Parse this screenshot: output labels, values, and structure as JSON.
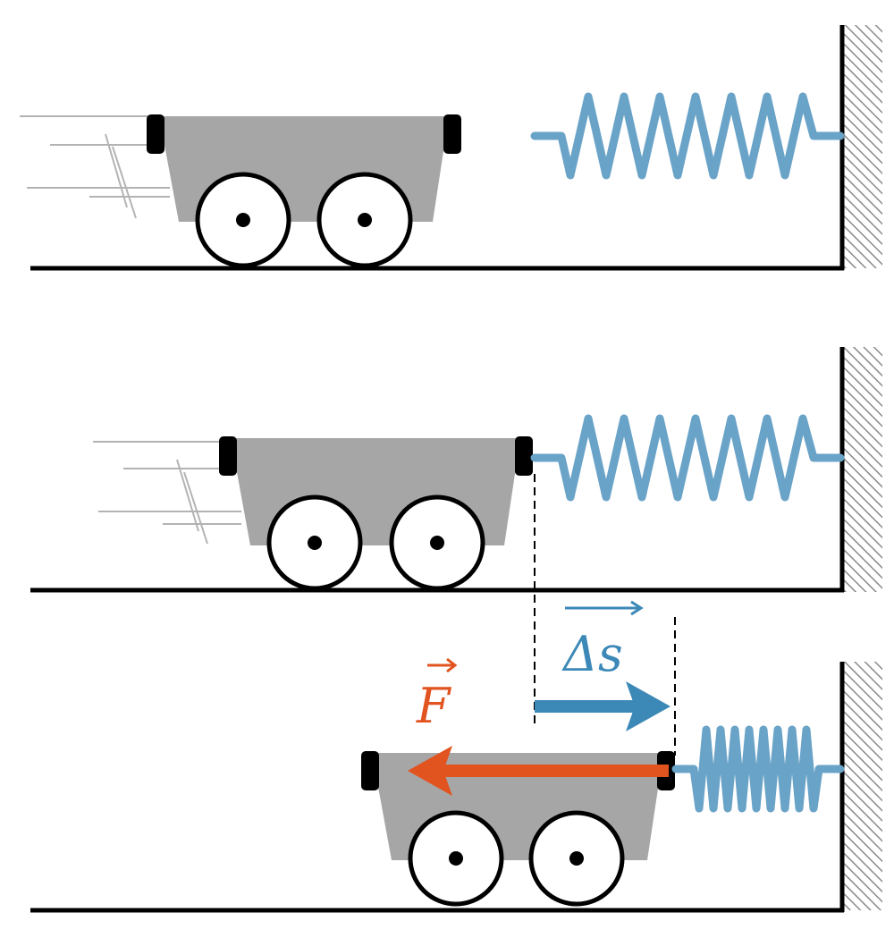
{
  "labels": {
    "force": "F",
    "displacement": "Δs"
  },
  "colors": {
    "cart_body": "#a6a6a6",
    "outline": "#000000",
    "spring": "#6aa3c8",
    "spring_dark": "#3c88b7",
    "force_arrow": "#e1531f",
    "displacement_arrow": "#3c88b7",
    "motion_lines": "#b3b3b3",
    "wall_hatch": "#808080"
  },
  "panels": [
    {
      "state": "cart moving toward relaxed spring",
      "spring": "relaxed"
    },
    {
      "state": "cart touches spring",
      "spring": "relaxed"
    },
    {
      "state": "spring compressed, force opposes displacement",
      "spring": "compressed"
    }
  ]
}
